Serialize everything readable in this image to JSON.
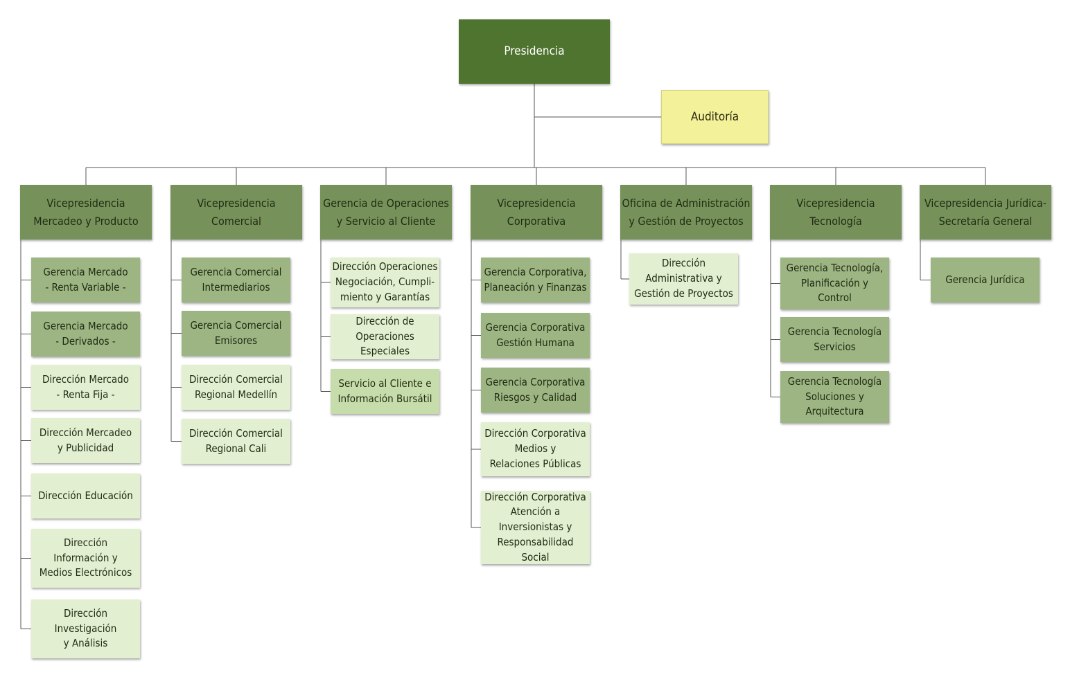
{
  "colors": {
    "presidencia": "#4f742f",
    "auditoria": "#f3f199",
    "vicepresidencia": "#76925a",
    "gerencia": "#9db583",
    "direccion": "#e3efd1",
    "servicio": "#c7dcab",
    "connector": "#555555"
  },
  "top": {
    "label": "Presidencia"
  },
  "audit": {
    "label": "Auditoría"
  },
  "branches": [
    {
      "label": "Vicepresidencia\nMercadeo y Producto",
      "children": [
        {
          "label": "Gerencia Mercado\n- Renta Variable -",
          "level": "gerencia"
        },
        {
          "label": "Gerencia Mercado\n- Derivados -",
          "level": "gerencia"
        },
        {
          "label": "Dirección Mercado\n- Renta Fija -",
          "level": "direccion"
        },
        {
          "label": "Dirección Mercadeo\ny Publicidad",
          "level": "direccion"
        },
        {
          "label": "Dirección Educación",
          "level": "direccion"
        },
        {
          "label": "Dirección\nInformación y\nMedios Electrónicos",
          "level": "direccion"
        },
        {
          "label": "Dirección\nInvestigación\ny Análisis",
          "level": "direccion"
        }
      ]
    },
    {
      "label": "Vicepresidencia\nComercial",
      "children": [
        {
          "label": "Gerencia Comercial\nIntermediarios",
          "level": "gerencia"
        },
        {
          "label": "Gerencia Comercial\nEmisores",
          "level": "gerencia"
        },
        {
          "label": "Dirección Comercial\nRegional Medellín",
          "level": "direccion"
        },
        {
          "label": "Dirección Comercial\nRegional Cali",
          "level": "direccion"
        }
      ]
    },
    {
      "label": "Gerencia de Operaciones\ny Servicio al Cliente",
      "children": [
        {
          "label": "Dirección Operaciones\nNegociación, Cumpli-\nmiento y Garantías",
          "level": "direccion"
        },
        {
          "label": "Dirección de\nOperaciones Especiales",
          "level": "direccion"
        },
        {
          "label": "Servicio al Cliente e\nInformación Bursátil",
          "level": "servicio"
        }
      ]
    },
    {
      "label": "Vicepresidencia\nCorporativa",
      "children": [
        {
          "label": "Gerencia Corporativa,\nPlaneación y Finanzas",
          "level": "gerencia"
        },
        {
          "label": "Gerencia Corporativa\nGestión Humana",
          "level": "gerencia"
        },
        {
          "label": "Gerencia Corporativa\nRiesgos y Calidad",
          "level": "gerencia"
        },
        {
          "label": "Dirección Corporativa\nMedios y\nRelaciones Públicas",
          "level": "direccion"
        },
        {
          "label": "Dirección Corporativa\nAtención a\nInversionistas y\nResponsabilidad Social",
          "level": "direccion"
        }
      ]
    },
    {
      "label": "Oficina de Administración\ny Gestión de Proyectos",
      "children": [
        {
          "label": "Dirección\nAdministrativa y\nGestión de Proyectos",
          "level": "direccion"
        }
      ]
    },
    {
      "label": "Vicepresidencia\nTecnología",
      "children": [
        {
          "label": "Gerencia Tecnología,\nPlanificación y\nControl",
          "level": "gerencia"
        },
        {
          "label": "Gerencia Tecnología\nServicios",
          "level": "gerencia"
        },
        {
          "label": "Gerencia Tecnología\nSoluciones y\nArquitectura",
          "level": "gerencia"
        }
      ]
    },
    {
      "label": "Vicepresidencia Jurídica-\nSecretaría General",
      "children": [
        {
          "label": "Gerencia Jurídica",
          "level": "gerencia"
        }
      ]
    }
  ]
}
